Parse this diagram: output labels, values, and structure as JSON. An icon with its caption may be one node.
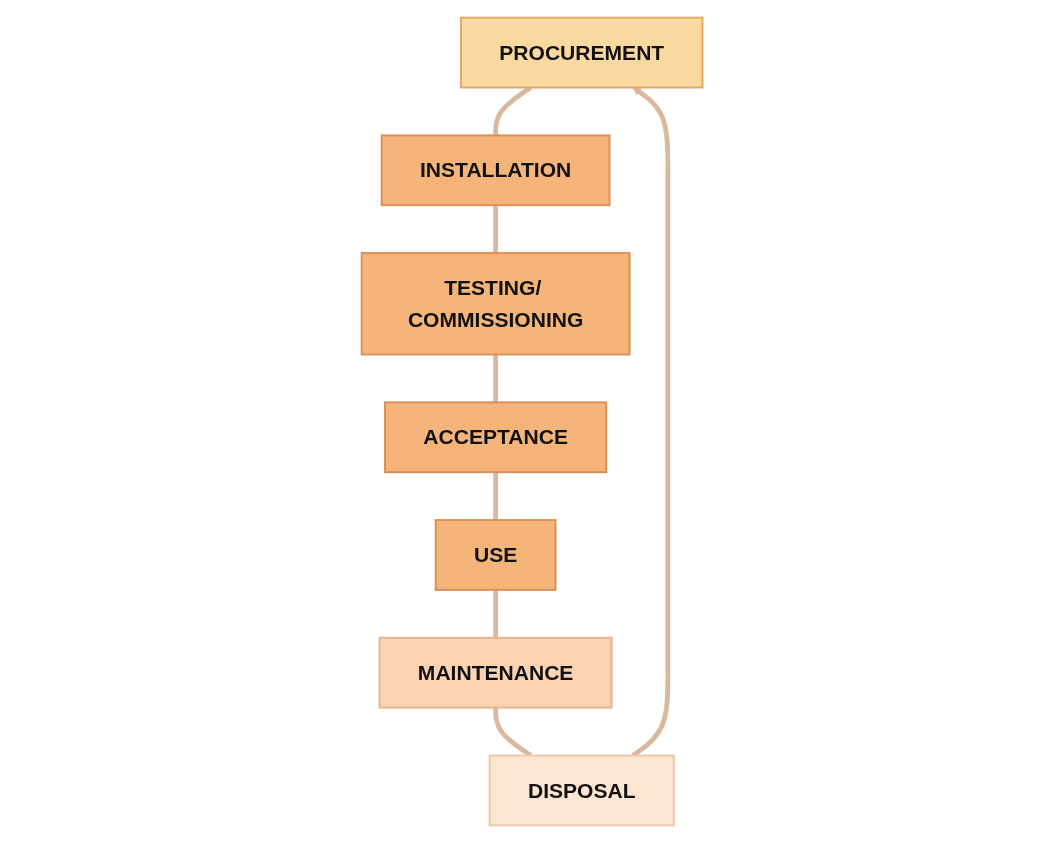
{
  "diagram": {
    "nodes": [
      {
        "text": [
          "PROCUREMENT"
        ]
      },
      {
        "text": [
          "INSTALLATION"
        ]
      },
      {
        "text": [
          "TESTING/ COMMISSIONING"
        ]
      },
      {
        "text": [
          "ACCEPTANCE"
        ]
      },
      {
        "text": [
          "USE"
        ]
      },
      {
        "text": [
          "MAINTENANCE"
        ]
      },
      {
        "text": [
          "DISPOSAL"
        ]
      }
    ],
    "edges": [
      {
        "from": 0,
        "to": 1,
        "arrow": "none"
      },
      {
        "from": 1,
        "to": 2,
        "arrow": "none"
      },
      {
        "from": 2,
        "to": 3,
        "arrow": "none"
      },
      {
        "from": 3,
        "to": 4,
        "arrow": "none"
      },
      {
        "from": 4,
        "to": 5,
        "arrow": "none"
      },
      {
        "from": 5,
        "to": 6,
        "arrow": "none"
      },
      {
        "from": 6,
        "to": 0,
        "arrow": "to"
      }
    ]
  }
}
